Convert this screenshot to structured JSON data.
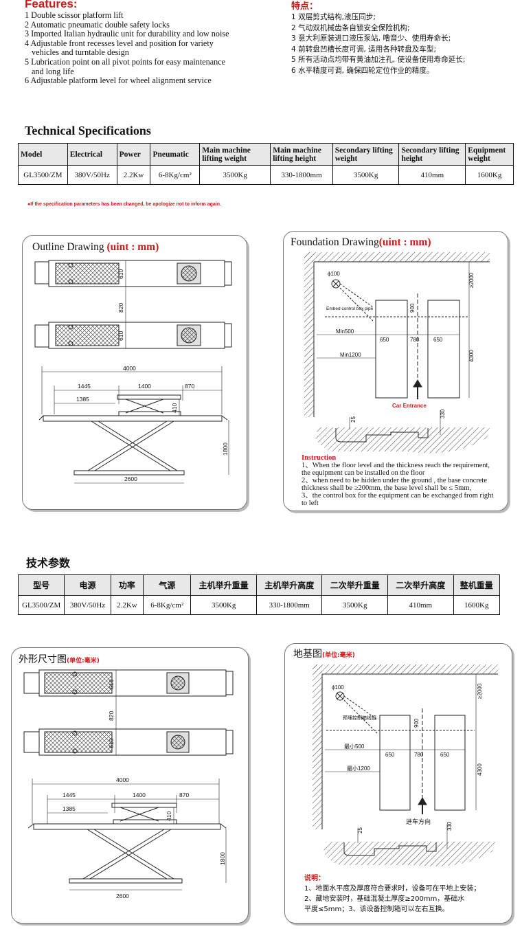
{
  "features": {
    "title": "Features:",
    "items": [
      "1 Double scissor platform lift",
      "2 Automatic pneumatic double safety locks",
      "3 Imported Italian hydraulic unit for durability and low noise",
      "4 Adjustable front recesses level and position for variety",
      "   vehicles and turntable design",
      "5 Lubrication point on all pivot points for easy maintenance",
      "   and long life",
      "6 Adjustable platform level for wheel alignment service"
    ]
  },
  "features_cn": {
    "title": "特点：",
    "items": [
      "1 双层剪式结构,液压同步;",
      "2 气动双机械齿条自锁安全保险机构;",
      "3 意大利原装进口液压泵站, 噜音少、使用寿命长;",
      "4 前转盘凹槽长度可调, 适用各种转盘及车型;",
      "5 所有活动点均带有黄油加注孔, 使设备使用寿命延长;",
      "6 水平精度可调, 确保四轮定位作业的精度。"
    ]
  },
  "spec_en": {
    "title": "Technical Specifications",
    "headers": [
      "Model",
      "Electrical",
      "Power",
      "Pneumatic",
      "Main machine lifting weight",
      "Main machine lifting height",
      "Secondary lifting weight",
      "Secondary lifting height",
      "Equipment weight"
    ],
    "row": [
      "GL3500/ZM",
      "380V/50Hz",
      "2.2Kw",
      "6-8Kg/cm²",
      "3500Kg",
      "330-1800mm",
      "3500Kg",
      "410mm",
      "1600Kg"
    ]
  },
  "note": "●If the specification parameters has been changed, be apologize not to inform again.",
  "outline_en": {
    "title": "Outline Drawing",
    "unit": "(uint : mm)"
  },
  "foundation_en": {
    "title": "Foundation Drawing",
    "unit": "(uint : mm)",
    "embed_label": "Embed control box pipe",
    "min500": "Min500",
    "min1200": "Min1200",
    "car_entrance": "Car Entrance",
    "instruction_head": "Instruction",
    "instructions": [
      "1、When the floor level and the thickness reach the requirement,",
      "   the equipment can be installed on the floor",
      "2、when need to be hidden under the ground , the base concrete",
      "   thickness shall be ≥200mm, the base level shall be ≤ 5mm,",
      "3、the control box for the equipment can be exchanged from right",
      "   to left"
    ]
  },
  "spec_cn": {
    "title": "技术参数",
    "headers": [
      "型号",
      "电源",
      "功率",
      "气源",
      "主机举升重量",
      "主机举升高度",
      "二次举升重量",
      "二次举升高度",
      "整机重量"
    ],
    "row": [
      "GL3500/ZM",
      "380V/50Hz",
      "2.2Kw",
      "6-8Kg/cm²",
      "3500Kg",
      "330-1800mm",
      "3500Kg",
      "410mm",
      "1600Kg"
    ]
  },
  "outline_cn": {
    "title": "外形尺寸图",
    "unit": "(单位:毫米)"
  },
  "foundation_cn": {
    "title": "地基图",
    "unit": "(单位:毫米)",
    "embed_label": "预埋控制箱线管",
    "min500": "最小500",
    "min1200": "最小1200",
    "car_entrance": "进车方向",
    "instruction_head": "说明：",
    "instructions": [
      "1、地面水平度及厚度符合要求时，设备可在平地上安装；",
      "2、藏地安装时，基础混凝土厚度≥200mm，基础水",
      "   平度≤5mm；3、该设备控制箱可以左右互换。"
    ]
  },
  "dims": {
    "d610": "610",
    "d820": "820",
    "d4000": "4000",
    "d1445": "1445",
    "d1400": "1400",
    "d870": "870",
    "d1385": "1385",
    "d410": "410",
    "d1800": "1800",
    "d2600": "2600",
    "phi100": "ϕ100",
    "d2000": "≥2000",
    "d900": "900",
    "d650": "650",
    "d780": "780",
    "d4300": "4300",
    "d25": "25",
    "d330": "330"
  }
}
